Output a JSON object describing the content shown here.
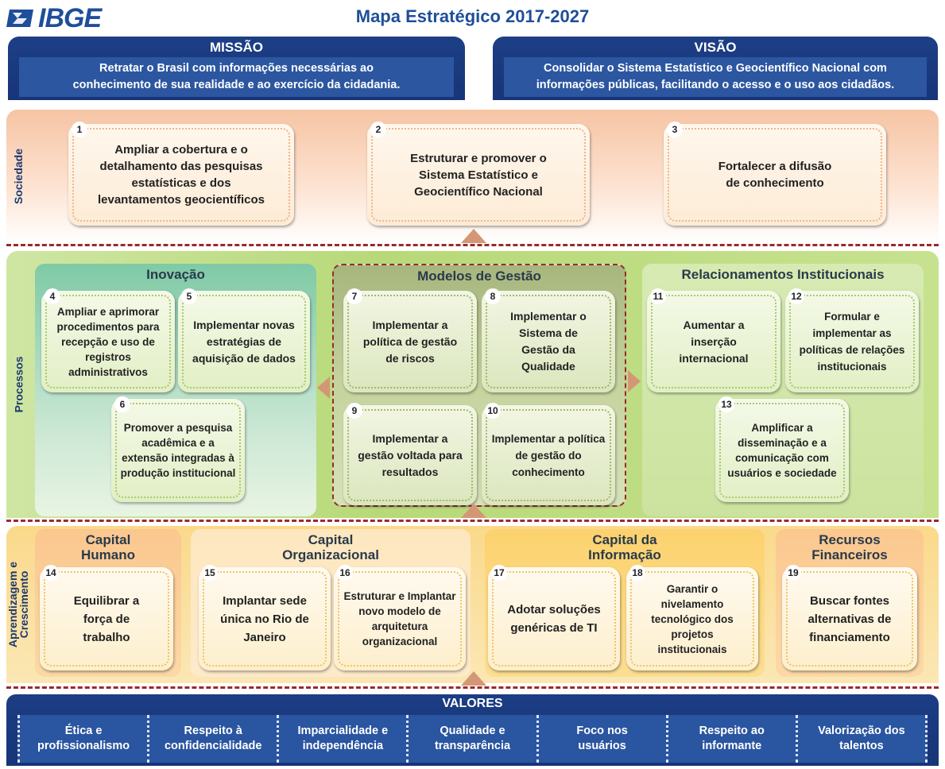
{
  "header": {
    "logo_text": "IBGE",
    "title": "Mapa Estratégico 2017-2027"
  },
  "missao": {
    "title": "MISSÃO",
    "text_line1": "Retratar o Brasil com informações necessárias ao",
    "text_line2": "conhecimento de sua realidade e ao exercício da cidadania."
  },
  "visao": {
    "title": "VISÃO",
    "text_line1": "Consolidar o Sistema Estatístico e Geocientífico Nacional com",
    "text_line2": "informações públicas, facilitando o acesso e o uso aos cidadãos."
  },
  "sections": {
    "sociedade": "Sociedade",
    "processos": "Processos",
    "aprendizagem_line1": "Aprendizagem e",
    "aprendizagem_line2": "Crescimento"
  },
  "groups": {
    "inovacao": "Inovação",
    "modelos": "Modelos de Gestão",
    "relacionamentos": "Relacionamentos Institucionais",
    "capital_humano_1": "Capital",
    "capital_humano_2": "Humano",
    "capital_org_1": "Capital",
    "capital_org_2": "Organizacional",
    "capital_info_1": "Capital da",
    "capital_info_2": "Informação",
    "recursos_1": "Recursos",
    "recursos_2": "Financeiros"
  },
  "objectives": {
    "o1": {
      "num": "1",
      "text": "Ampliar a cobertura e o detalhamento das pesquisas estatísticas e dos levantamentos geocientíficos"
    },
    "o2": {
      "num": "2",
      "text": "Estruturar e promover o Sistema Estatístico e Geocientífico Nacional"
    },
    "o3": {
      "num": "3",
      "text": "Fortalecer a difusão de conhecimento"
    },
    "o4": {
      "num": "4",
      "text": "Ampliar e aprimorar procedimentos para recepção e uso de registros administrativos"
    },
    "o5": {
      "num": "5",
      "text": "Implementar novas estratégias de aquisição de dados"
    },
    "o6": {
      "num": "6",
      "text": "Promover a pesquisa acadêmica e a extensão integradas à produção institucional"
    },
    "o7": {
      "num": "7",
      "text": "Implementar a política de gestão de riscos"
    },
    "o8": {
      "num": "8",
      "text": "Implementar o Sistema de Gestão da Qualidade"
    },
    "o9": {
      "num": "9",
      "text": "Implementar a gestão voltada para resultados"
    },
    "o10": {
      "num": "10",
      "text": "Implementar a política de gestão do conhecimento"
    },
    "o11": {
      "num": "11",
      "text": "Aumentar a inserção internacional"
    },
    "o12": {
      "num": "12",
      "text": "Formular e implementar as políticas de relações institucionais"
    },
    "o13": {
      "num": "13",
      "text": "Amplificar a disseminação e a comunicação com usuários e sociedade"
    },
    "o14": {
      "num": "14",
      "text": "Equilibrar a força de trabalho"
    },
    "o15": {
      "num": "15",
      "text": "Implantar sede única no Rio de Janeiro"
    },
    "o16": {
      "num": "16",
      "text": "Estruturar e Implantar novo modelo de arquitetura organizacional"
    },
    "o17": {
      "num": "17",
      "text": "Adotar soluções genéricas de TI"
    },
    "o18": {
      "num": "18",
      "text": "Garantir o nivelamento tecnológico dos projetos institucionais"
    },
    "o19": {
      "num": "19",
      "text": "Buscar fontes alternativas de financiamento"
    }
  },
  "valores": {
    "title": "VALORES",
    "items": [
      {
        "l1": "Ética e",
        "l2": "profissionalismo"
      },
      {
        "l1": "Respeito à",
        "l2": "confidencialidade"
      },
      {
        "l1": "Imparcialidade e",
        "l2": "independência"
      },
      {
        "l1": "Qualidade e",
        "l2": "transparência"
      },
      {
        "l1": "Foco nos",
        "l2": "usuários"
      },
      {
        "l1": "Respeito ao",
        "l2": "informante"
      },
      {
        "l1": "Valorização dos",
        "l2": "talentos"
      }
    ]
  },
  "colors": {
    "navy": "#1f4e9a",
    "sociedade_bg": "#f6c4a4",
    "processos_bg": "#b7d978",
    "aprendizagem_bg": "#fad98a",
    "arrow": "#d49775"
  }
}
